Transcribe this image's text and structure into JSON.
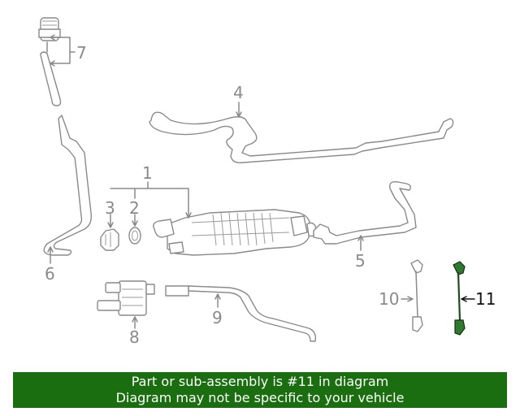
{
  "diagram": {
    "callouts": [
      "1",
      "2",
      "3",
      "4",
      "5",
      "6",
      "7",
      "8",
      "9",
      "10",
      "11"
    ],
    "highlighted_part": "11",
    "highlight_color": "#2f7a2f"
  },
  "banner": {
    "line1": "Part or sub-assembly is #11 in diagram",
    "line2": "Diagram may not be specific to your vehicle",
    "background": "#1a6e10",
    "text_color": "#ffffff"
  }
}
